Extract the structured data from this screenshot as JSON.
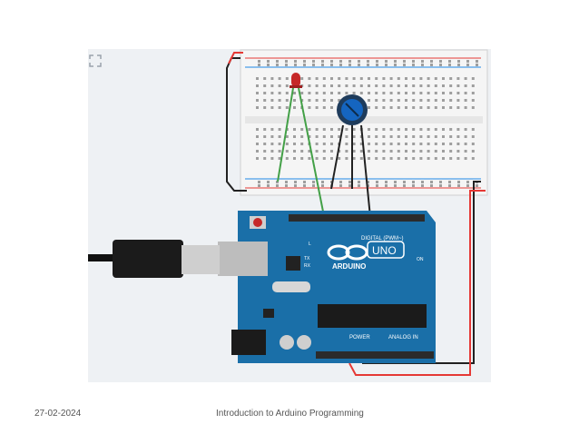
{
  "slide": {
    "date": "27-02-2024",
    "title": "Introduction to Arduino Programming"
  },
  "circuit": {
    "board_name": "ARDUINO",
    "board_model": "UNO",
    "digital_label": "DIGITAL (PWM~)",
    "power_label": "POWER",
    "analog_label": "ANALOG IN",
    "on_label": "ON",
    "led_label_l": "L",
    "tx_label": "TX",
    "rx_label": "RX",
    "led_color": "#c62828",
    "board_color": "#1a6fa8",
    "wire_red": "#e53935",
    "wire_black": "#212121",
    "wire_green": "#43a047"
  },
  "toolbar": {
    "fit_icon": "fit-to-view-icon"
  }
}
